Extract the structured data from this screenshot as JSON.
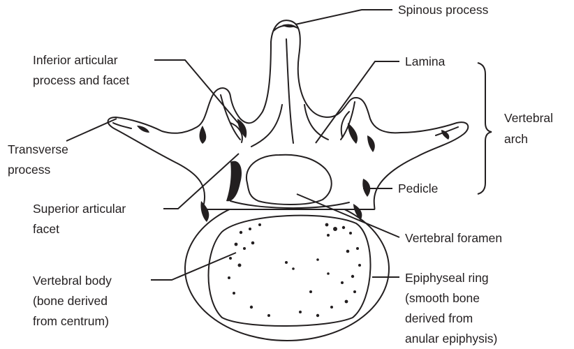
{
  "labels": {
    "spinous": [
      "Spinous process"
    ],
    "lamina": [
      "Lamina"
    ],
    "inferior": [
      "Inferior articular",
      "process and facet"
    ],
    "transverse": [
      "Transverse",
      "process"
    ],
    "superior": [
      "Superior articular",
      "facet"
    ],
    "vertebral_arch": [
      "Vertebral",
      "arch"
    ],
    "pedicle": [
      "Pedicle"
    ],
    "foramen": [
      "Vertebral foramen"
    ],
    "body": [
      "Vertebral body",
      "(bone derived",
      "from centrum)"
    ],
    "ring": [
      "Epiphyseal ring",
      "(smooth bone",
      "derived from",
      "anular epiphysis)"
    ]
  }
}
